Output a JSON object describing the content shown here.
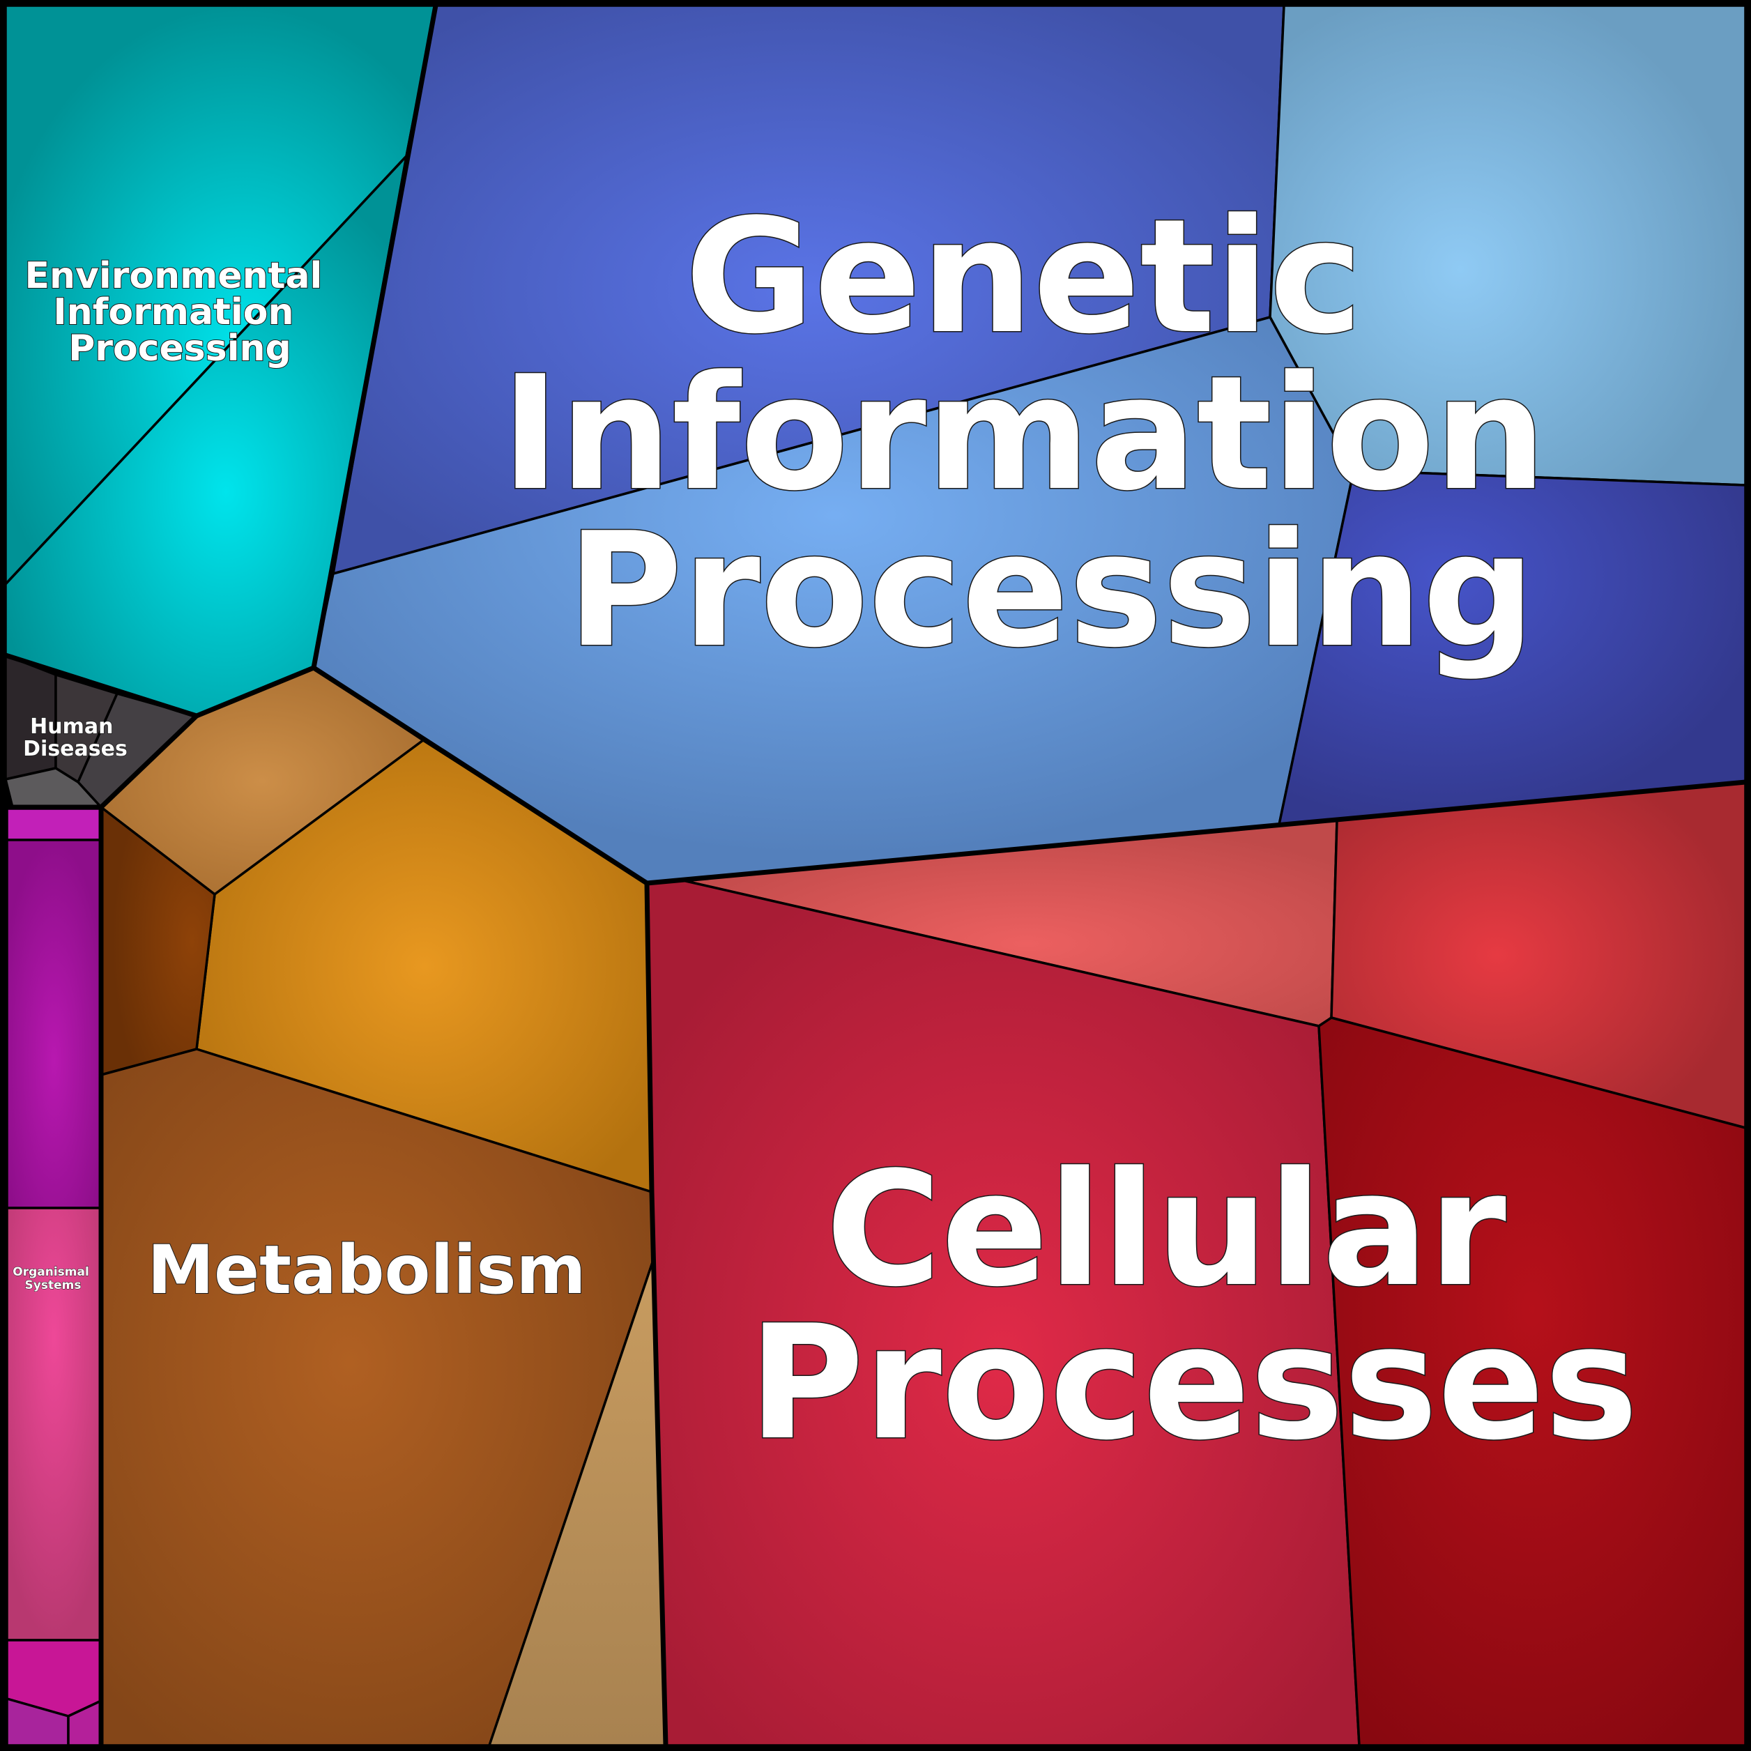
{
  "categories": [
    {
      "id": "genetic",
      "lines": [
        "Genetic",
        "Information",
        "Processing"
      ]
    },
    {
      "id": "cellular",
      "lines": [
        "Cellular",
        "Processes"
      ]
    },
    {
      "id": "metabolism",
      "lines": [
        "Metabolism"
      ]
    },
    {
      "id": "environmental",
      "lines": [
        "Environmental",
        "Information",
        "Processing"
      ]
    },
    {
      "id": "human-diseases",
      "lines": [
        "Human",
        "Diseases"
      ]
    },
    {
      "id": "organismal",
      "lines": [
        "Organismal",
        "Systems"
      ]
    }
  ],
  "colors": {
    "genetic": "#4a63c9",
    "genetic_light": "#6a9ae0",
    "genetic_sky": "#7fb3e0",
    "cellular": "#c0223e",
    "cellular_dark": "#9e0c14",
    "cellular_light": "#d94f50",
    "metabolism": "#e39a1e",
    "metabolism_dark": "#9a4e1c",
    "metabolism_tan": "#c8974f",
    "environmental": "#00c2cc",
    "human_diseases": "#3a3438",
    "organismal": "#d2338a",
    "organismal_purple": "#a0129a"
  }
}
